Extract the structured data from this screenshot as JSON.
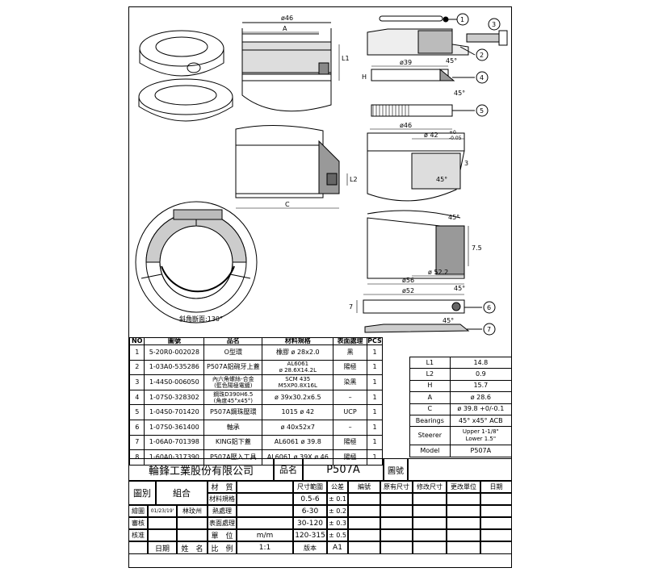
{
  "drawing_labels": {
    "balloons": [
      "1",
      "2",
      "3",
      "4",
      "5",
      "6",
      "7"
    ],
    "dim_46a": "ø46",
    "dim_A": "A",
    "dim_L1": "L1",
    "dim_39": "ø39",
    "dim_45_a": "45°",
    "dim_45_b": "45°",
    "dim_H_small": "H",
    "dim_46b": "ø46",
    "dim_42": "ø 42",
    "dim_42_tol_hi": "+0",
    "dim_42_tol_lo": "-0.05",
    "dim_3": "3",
    "dim_45_c": "45°",
    "dim_L2": "L2",
    "dim_C": "C",
    "dim_45_d": "45°",
    "dim_75": "7.5",
    "dim_52_2": "ø 52.2",
    "dim_56": "ø56",
    "dim_52": "ø52",
    "dim_7": "7",
    "dim_45_e": "45°",
    "dim_45_f": "45°",
    "section_note": "斜角斷面:130°"
  },
  "parts_table": {
    "headers": [
      "NO",
      "圖號",
      "品名",
      "材料規格",
      "表面處理",
      "PCS"
    ],
    "rows": [
      [
        "1",
        "5-20R0-002028",
        "O型環",
        "橡膠 ø 28x2.0",
        "黑",
        "1"
      ],
      [
        "2",
        "1-03A0-535286",
        "P507A鋁碗牙上蓋",
        "AL6061|ø 28.6X14.2L",
        "陽極",
        "1"
      ],
      [
        "3",
        "1-44S0-006050",
        "內六角螺絲-合金|(藍色陽極電鍍)",
        "SCM 435|M5XP0.8X16L",
        "染黑",
        "1"
      ],
      [
        "4",
        "1-07S0-328302",
        "鋼珠D390H6.5|(角度45°x45°)",
        "ø 39x30.2x6.5",
        "–",
        "1"
      ],
      [
        "5",
        "1-04S0-701420",
        "P507A鋼珠壓環",
        "1015  ø 42",
        "UCP",
        "1"
      ],
      [
        "6",
        "1-07S0-361400",
        "軸承",
        "ø 40x52x7",
        "–",
        "1"
      ],
      [
        "7",
        "1-06A0-701398",
        "KING鋁下蓋",
        "AL6061 ø 39.8",
        "陽極",
        "1"
      ],
      [
        "8",
        "1-60A0-317390",
        "P507A壓入工具",
        "AL6061 ø 39X ø 46",
        "陽極",
        "1"
      ]
    ]
  },
  "spec_table": {
    "rows": [
      [
        "L1",
        "14.8"
      ],
      [
        "L2",
        "0.9"
      ],
      [
        "H",
        "15.7"
      ],
      [
        "A",
        "ø 28.6"
      ],
      [
        "C",
        "ø 39.8 +0/-0.1"
      ],
      [
        "Bearings",
        "45° x45° ACB"
      ],
      [
        "Steerer",
        "Upper 1-1/8\"|Lower 1.5\""
      ],
      [
        "Model",
        "P507A"
      ]
    ]
  },
  "title_block": {
    "company": "輪鋒工業股份有限公司",
    "name_label": "品名",
    "name_value": "P507A",
    "drawing_no_label": "圖號",
    "category_label": "圖別",
    "category_value": "組合",
    "material_label": "材　質",
    "material_spec_label": "材料規格",
    "heat_label": "熱處理",
    "surface_label": "表面處理",
    "unit_label": "單　位",
    "unit_value": "m/m",
    "scale_label": "比　例",
    "scale_value": "1:1",
    "draw_label": "繪圖",
    "draw_date": "01/23/19'",
    "draw_name": "林玟州",
    "check_label": "審核",
    "approve_label": "核准",
    "date_label": "日期",
    "name_col_label": "姓　名",
    "tol_headers": [
      "尺寸範圍",
      "公差"
    ],
    "tol_rows": [
      [
        "0.5-6",
        "± 0.1"
      ],
      [
        "6-30",
        "± 0.2"
      ],
      [
        "30-120",
        "± 0.3"
      ],
      [
        "120-315",
        "± 0.5"
      ]
    ],
    "version_label": "版本",
    "version_value": "A1",
    "rev_headers": [
      "編號",
      "原有尺寸",
      "修改尺寸",
      "更改單位",
      "日期"
    ]
  }
}
